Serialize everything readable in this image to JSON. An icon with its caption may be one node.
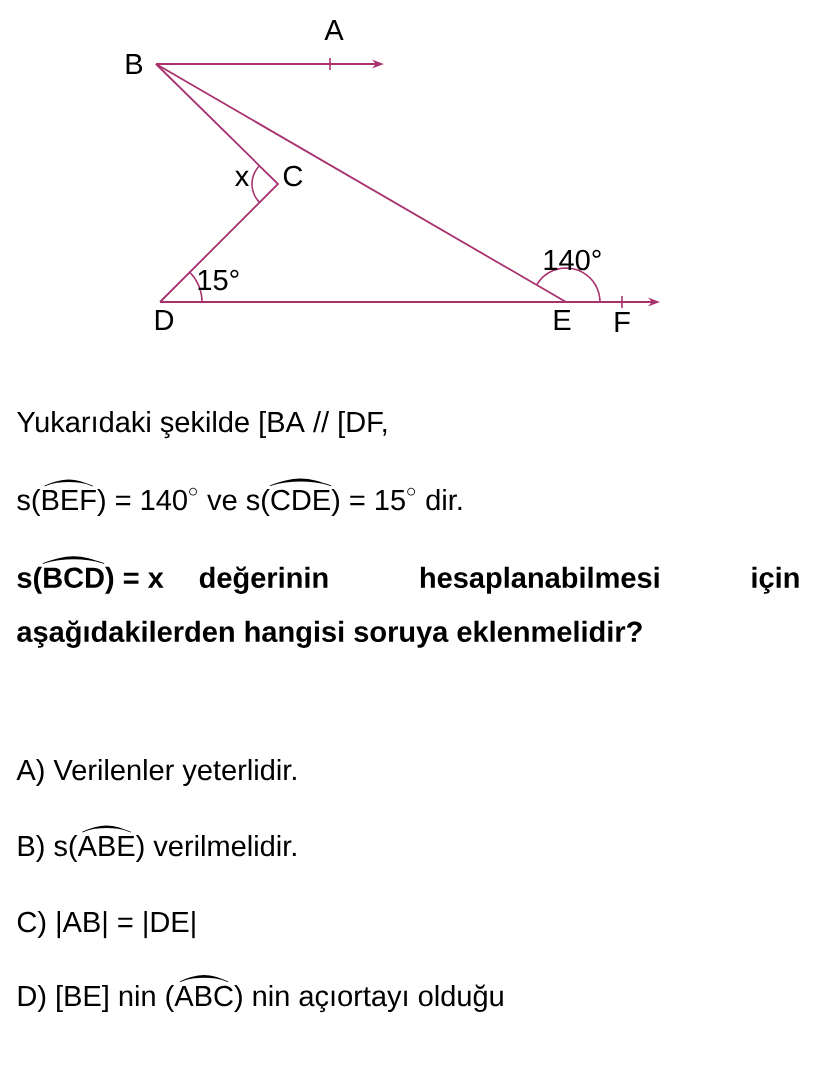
{
  "diagram": {
    "labels": [
      "A",
      "B",
      "x",
      "C",
      "15°",
      "140°",
      "D",
      "E",
      "F",
      "Yukarıdaki şekilde [BA // [DF,",
      "\\text{s(}\\wideparen{\\text{BEF}}\\text{) = 140}^{\\circ}\\text{ ve s(}\\wideparen{\\text{CDE}}\\text{) = 15}^{\\circ}\\text{ dir.}",
      "\\textbf{s(}\\wideparen{\\textbf{BCD}}\\textbf{) = x}",
      "değerinin hesaplanabilmesi için aşağıdakilerden hangisi soruya eklenmelidir?",
      "A) Verilenler yeterlidir.",
      "\\text{B) s(}\\wideparen{\\text{ABE}}\\text{) verilmelidir.}",
      "C) |AB| = |DE|",
      "\\text{D) [BE] nin (}\\wideparen{\\text{ABC}}\\text{) nin açıortayı olduğu}"
    ]
  }
}
